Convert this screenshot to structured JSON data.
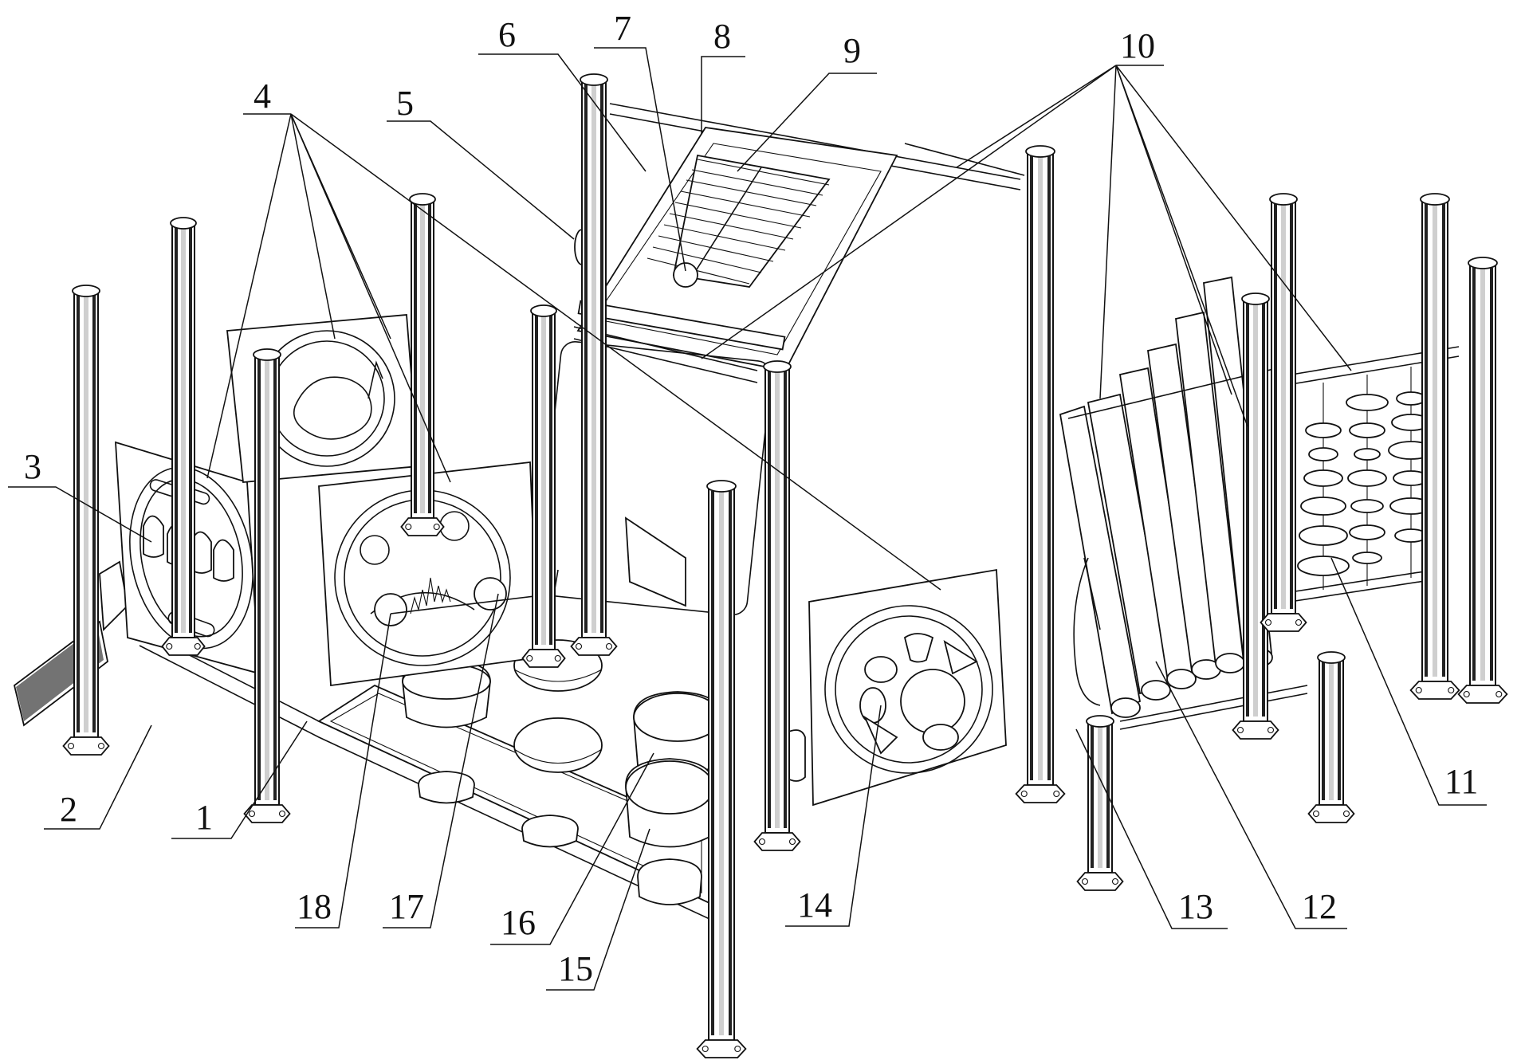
{
  "figure": {
    "type": "patent perspective line drawing",
    "subject": "outdoor musical play structure",
    "background_color": "#ffffff",
    "line_color": "#111111"
  },
  "labels": [
    {
      "id": "1",
      "text": "1"
    },
    {
      "id": "2",
      "text": "2"
    },
    {
      "id": "3",
      "text": "3"
    },
    {
      "id": "4",
      "text": "4"
    },
    {
      "id": "5",
      "text": "5"
    },
    {
      "id": "6",
      "text": "6"
    },
    {
      "id": "7",
      "text": "7"
    },
    {
      "id": "8",
      "text": "8"
    },
    {
      "id": "9",
      "text": "9"
    },
    {
      "id": "10",
      "text": "10"
    },
    {
      "id": "11",
      "text": "11"
    },
    {
      "id": "12",
      "text": "12"
    },
    {
      "id": "13",
      "text": "13"
    },
    {
      "id": "14",
      "text": "14"
    },
    {
      "id": "15",
      "text": "15"
    },
    {
      "id": "16",
      "text": "16"
    },
    {
      "id": "17",
      "text": "17"
    },
    {
      "id": "18",
      "text": "18"
    }
  ],
  "components": {
    "posts": "vertical octagonal aluminum posts with hex base plates",
    "panels": [
      "bell/chime panel",
      "musical-note panel",
      "percussion face panel",
      "horn/trumpet panel"
    ],
    "instruments": [
      "xylophone frame",
      "tube chimes",
      "stacked cymbal/disc chimes",
      "floor drums"
    ],
    "slide": "patterned slide at left"
  }
}
